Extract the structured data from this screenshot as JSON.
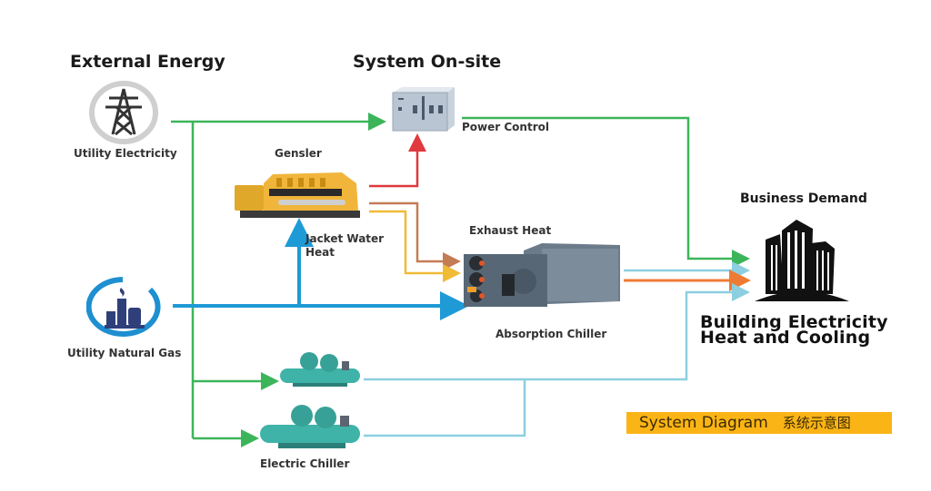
{
  "headings": {
    "external_energy": "External Energy",
    "system_onsite": "System On-site",
    "business_demand": "Business Demand"
  },
  "nodes": {
    "utility_electricity": {
      "label": "Utility Electricity",
      "icon": "power-tower-icon"
    },
    "utility_natural_gas": {
      "label": "Utility Natural Gas",
      "icon": "gas-plant-icon"
    },
    "power_control": {
      "label": "Power Control",
      "icon": "switchgear-cabinet-icon"
    },
    "gensler": {
      "label": "Gensler",
      "icon": "generator-icon"
    },
    "jacket_water_heat": {
      "label_line1": "Jacket Water",
      "label_line2": "Heat"
    },
    "exhaust_heat": {
      "label": "Exhaust Heat"
    },
    "absorption_chiller": {
      "label": "Absorption Chiller",
      "icon": "absorption-chiller-icon"
    },
    "electric_chiller": {
      "label": "Electric Chiller",
      "icon": "electric-chiller-icon"
    },
    "building": {
      "label_line1": "Building Electricity",
      "label_line2": "Heat and Cooling",
      "icon": "buildings-icon"
    }
  },
  "badge": {
    "en": "System Diagram",
    "cn": "系统示意图"
  },
  "colors": {
    "electricity": "#3cb55a",
    "gas": "#1e9ad6",
    "power_red": "#e0393e",
    "exhaust_brown": "#c47c55",
    "exhaust_yellow": "#f0bb36",
    "cooling": "#8ccfe0",
    "heat_orange": "#ee7b34",
    "badge": "#fbb416"
  }
}
